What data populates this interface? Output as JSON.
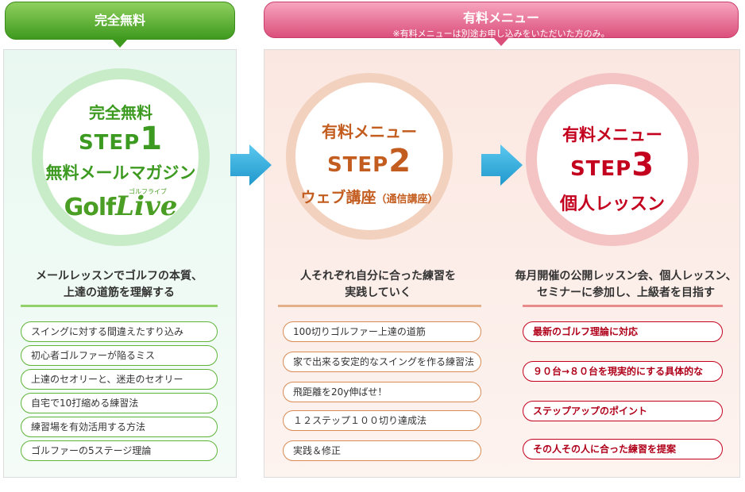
{
  "header": {
    "free_label": "完全無料",
    "paid_label": "有料メニュー",
    "paid_note": "※有料メニューは別途お申し込みをいただいた方のみ。"
  },
  "step1": {
    "top": "完全無料",
    "step_word": "STEP",
    "step_num": "1",
    "title": "無料メールマガジン",
    "logo_main_1": "Golf",
    "logo_main_2": "Live",
    "logo_kana": "ゴルフライブ",
    "description_line1": "メールレッスンでゴルフの本質、",
    "description_line2": "上達の道筋を理解する",
    "items": [
      "スイングに対する間違えたすり込み",
      "初心者ゴルファーが陥るミス",
      "上達のセオリーと、迷走のセオリー",
      "自宅で10打縮める練習法",
      "練習場を有効活用する方法",
      "ゴルファーの5ステージ理論"
    ]
  },
  "step2": {
    "top": "有料メニュー",
    "step_word": "STEP",
    "step_num": "2",
    "title": "ウェブ講座",
    "title_sub": "（通信講座）",
    "description_line1": "人それぞれ自分に合った練習を",
    "description_line2": "実践していく",
    "items": [
      "100切りゴルファー上達の道筋",
      "家で出来る安定的なスイングを作る練習法",
      "飛距離を20y伸ばせ！",
      "１２ステップ１００切り達成法",
      "実践＆修正"
    ]
  },
  "step3": {
    "top": "有料メニュー",
    "step_word": "STEP",
    "step_num": "3",
    "title": "個人レッスン",
    "description_line1": "毎月開催の公開レッスン会、個人レッスン、",
    "description_line2": "セミナーに参加し、上級者を目指す",
    "items": [
      "最新のゴルフ理論に対応",
      "９０台→８０台を現実的にする具体的な",
      "ステップアップのポイント",
      "その人その人に合った練習を提案"
    ]
  },
  "colors": {
    "free_accent": "#3b9a1f",
    "step2_accent": "#c35d1f",
    "step3_accent": "#c3001e",
    "arrow": "#2aa8d8"
  }
}
